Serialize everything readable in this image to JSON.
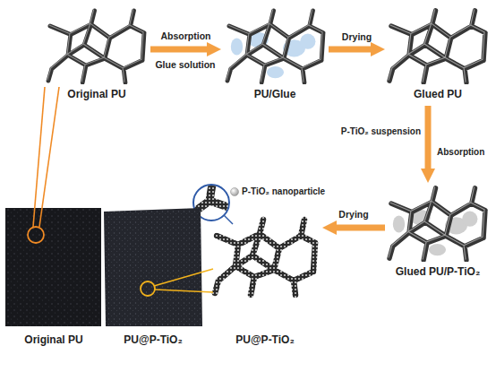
{
  "diagram": {
    "nodes": [
      {
        "text": [
          "Original PU"
        ]
      },
      {
        "text": [
          "PU/Glue"
        ]
      },
      {
        "text": [
          "Glued PU"
        ]
      },
      {
        "text": [
          "Glued PU/P-TiO₂"
        ]
      },
      {
        "text": [
          "PU@P-TiO₂"
        ]
      }
    ],
    "edges": [
      {
        "from": 0,
        "to": 1,
        "arrow": "to",
        "label": "Absorption"
      },
      {
        "from": 1,
        "to": 2,
        "arrow": "to",
        "label": "Drying"
      },
      {
        "from": 2,
        "to": 3,
        "arrow": "to",
        "label": "Absorption"
      },
      {
        "from": 3,
        "to": 4,
        "arrow": "to",
        "label": "Drying"
      }
    ],
    "labels": [
      "Glue solution",
      "P-TiO₂ suspension",
      "Original PU",
      "PU@P-TiO₂"
    ],
    "legend": [
      {
        "text": "P-TiO₂ nanoparticle"
      }
    ]
  }
}
